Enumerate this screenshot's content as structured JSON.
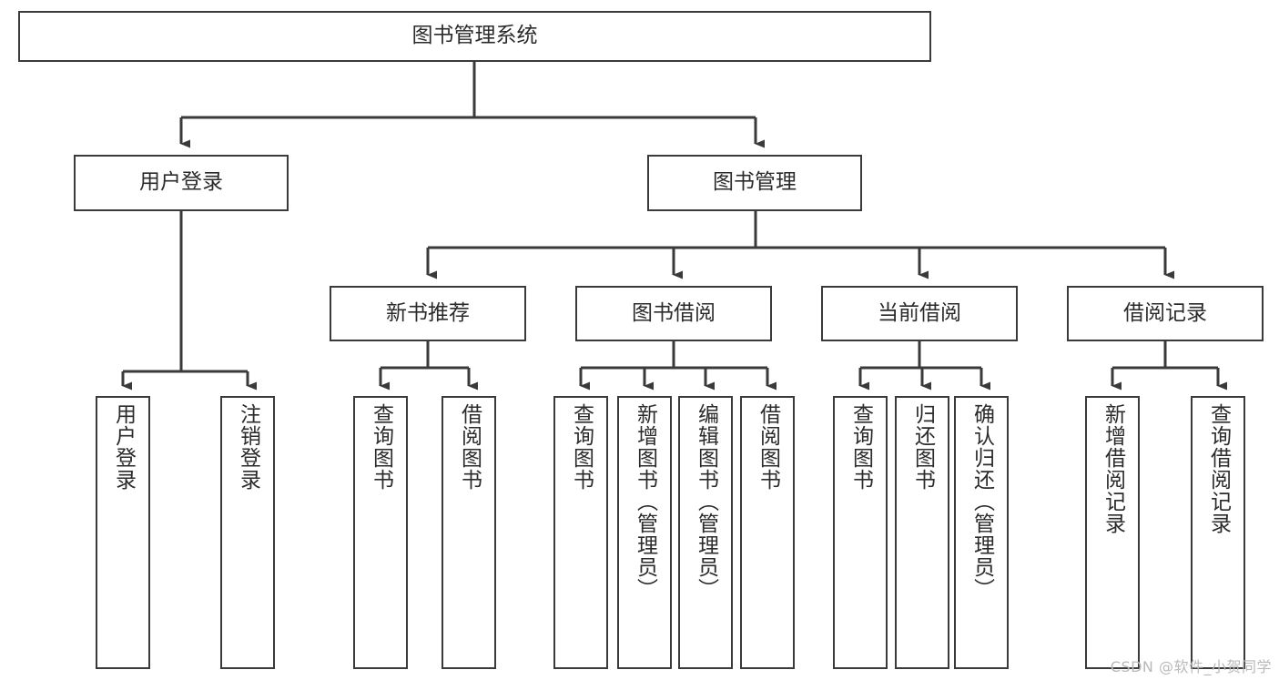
{
  "diagram": {
    "type": "tree-hierarchy",
    "title": "图书管理系统",
    "orientation": "top-down",
    "colors": {
      "node_border": "#3a3a3a",
      "node_fill": "#ffffff",
      "edge": "#3a3a3a",
      "text": "#2b2b2b",
      "watermark": "#b9b9b9"
    },
    "nodes": {
      "root": {
        "label": "图书管理系统",
        "level": 1
      },
      "user_login": {
        "label": "用户登录",
        "level": 2
      },
      "book_manage": {
        "label": "图书管理",
        "level": 2
      },
      "new_book_rec": {
        "label": "新书推荐",
        "level": 3
      },
      "book_borrow": {
        "label": "图书借阅",
        "level": 3
      },
      "current_borrow": {
        "label": "当前借阅",
        "level": 3
      },
      "borrow_record": {
        "label": "借阅记录",
        "level": 3
      },
      "leaf_user_login": {
        "label": "用户登录",
        "level": 3
      },
      "leaf_logout": {
        "label": "注销登录",
        "level": 3
      },
      "leaf_query_book_1": {
        "label": "查询图书",
        "level": 4
      },
      "leaf_borrow_book_1": {
        "label": "借阅图书",
        "level": 4
      },
      "leaf_query_book_2": {
        "label": "查询图书",
        "level": 4
      },
      "leaf_add_book": {
        "label": "新增图书（管理员）",
        "level": 4
      },
      "leaf_edit_book": {
        "label": "编辑图书（管理员）",
        "level": 4
      },
      "leaf_borrow_book_2": {
        "label": "借阅图书",
        "level": 4
      },
      "leaf_query_book_3": {
        "label": "查询图书",
        "level": 4
      },
      "leaf_return_book": {
        "label": "归还图书",
        "level": 4
      },
      "leaf_confirm_return": {
        "label": "确认归还（管理员）",
        "level": 4
      },
      "leaf_add_record": {
        "label": "新增借阅记录",
        "level": 4
      },
      "leaf_query_record": {
        "label": "查询借阅记录",
        "level": 4
      }
    },
    "edges": [
      {
        "from": "root",
        "to": "user_login"
      },
      {
        "from": "root",
        "to": "book_manage"
      },
      {
        "from": "user_login",
        "to": "leaf_user_login"
      },
      {
        "from": "user_login",
        "to": "leaf_logout"
      },
      {
        "from": "book_manage",
        "to": "new_book_rec"
      },
      {
        "from": "book_manage",
        "to": "book_borrow"
      },
      {
        "from": "book_manage",
        "to": "current_borrow"
      },
      {
        "from": "book_manage",
        "to": "borrow_record"
      },
      {
        "from": "new_book_rec",
        "to": "leaf_query_book_1"
      },
      {
        "from": "new_book_rec",
        "to": "leaf_borrow_book_1"
      },
      {
        "from": "book_borrow",
        "to": "leaf_query_book_2"
      },
      {
        "from": "book_borrow",
        "to": "leaf_add_book"
      },
      {
        "from": "book_borrow",
        "to": "leaf_edit_book"
      },
      {
        "from": "book_borrow",
        "to": "leaf_borrow_book_2"
      },
      {
        "from": "current_borrow",
        "to": "leaf_query_book_3"
      },
      {
        "from": "current_borrow",
        "to": "leaf_return_book"
      },
      {
        "from": "current_borrow",
        "to": "leaf_confirm_return"
      },
      {
        "from": "borrow_record",
        "to": "leaf_add_record"
      },
      {
        "from": "borrow_record",
        "to": "leaf_query_record"
      }
    ]
  },
  "watermark": {
    "text": "CSDN @软件_小贺同学"
  }
}
